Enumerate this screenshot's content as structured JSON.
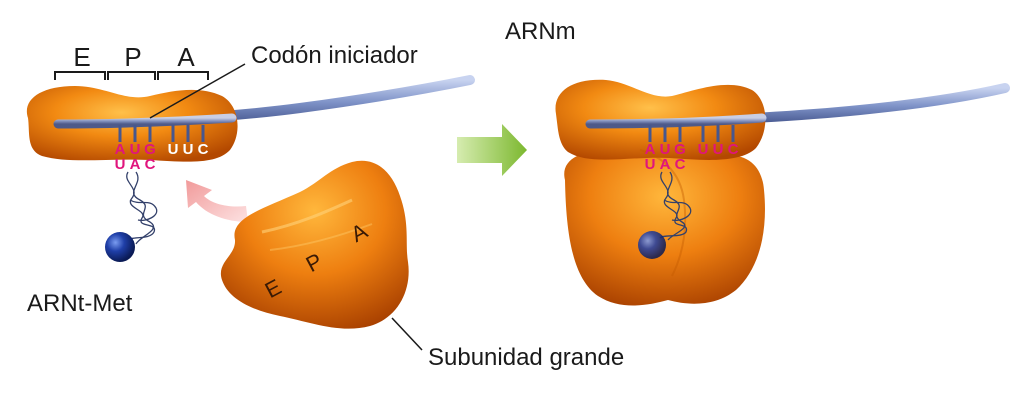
{
  "labels": {
    "codon_iniciador": "Codón iniciador",
    "arnm": "ARNm",
    "arnt_met": "ARNt-Met",
    "subunidad_grande": "Subunidad grande"
  },
  "sites": [
    "E",
    "P",
    "A"
  ],
  "large_subunit_sites": [
    "E",
    "P",
    "A"
  ],
  "mrna_codons": {
    "left": [
      "A",
      "U",
      "G",
      "U",
      "U",
      "C"
    ],
    "right": [
      "A",
      "U",
      "G",
      "U",
      "U",
      "C"
    ]
  },
  "anticodon": {
    "left": [
      "U",
      "A",
      "C"
    ],
    "right": [
      "U",
      "A",
      "C"
    ]
  },
  "colors": {
    "ribosome": "#f07a10",
    "mrna": "#7f93c8",
    "codon_text": "#e0157d",
    "trna_ball": "#1f3fa8",
    "arrow_green": "#8cc63f",
    "arrow_pink": "#f4a6a6"
  }
}
